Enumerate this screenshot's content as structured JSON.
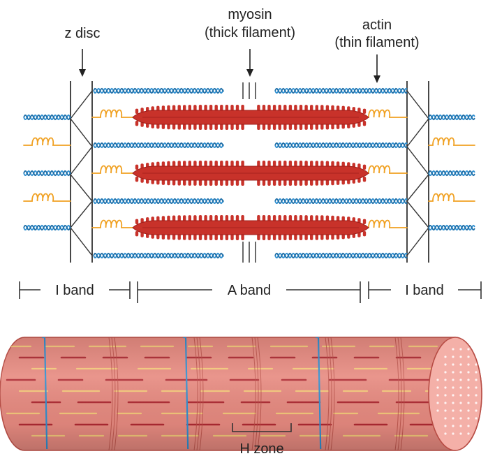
{
  "labels": {
    "z_disc": "z disc",
    "myosin": "myosin",
    "myosin_sub": "(thick filament)",
    "actin": "actin",
    "actin_sub": "(thin filament)",
    "i_band_left": "I band",
    "a_band": "A band",
    "i_band_right": "I band",
    "h_zone": "H zone"
  },
  "colors": {
    "actin": "#2f8fd0",
    "actin_dark": "#1f6fa8",
    "myosin": "#c8322a",
    "myosin_dark": "#9e1f1a",
    "titin": "#f0a020",
    "z_line": "#333333",
    "fiber_fill": "#e78a80",
    "fiber_edge": "#b74c44",
    "fiber_stripe_light": "#f7d07a",
    "fiber_stripe_dark": "#a8202a",
    "fiber_end": "#f4b0a8"
  }
}
